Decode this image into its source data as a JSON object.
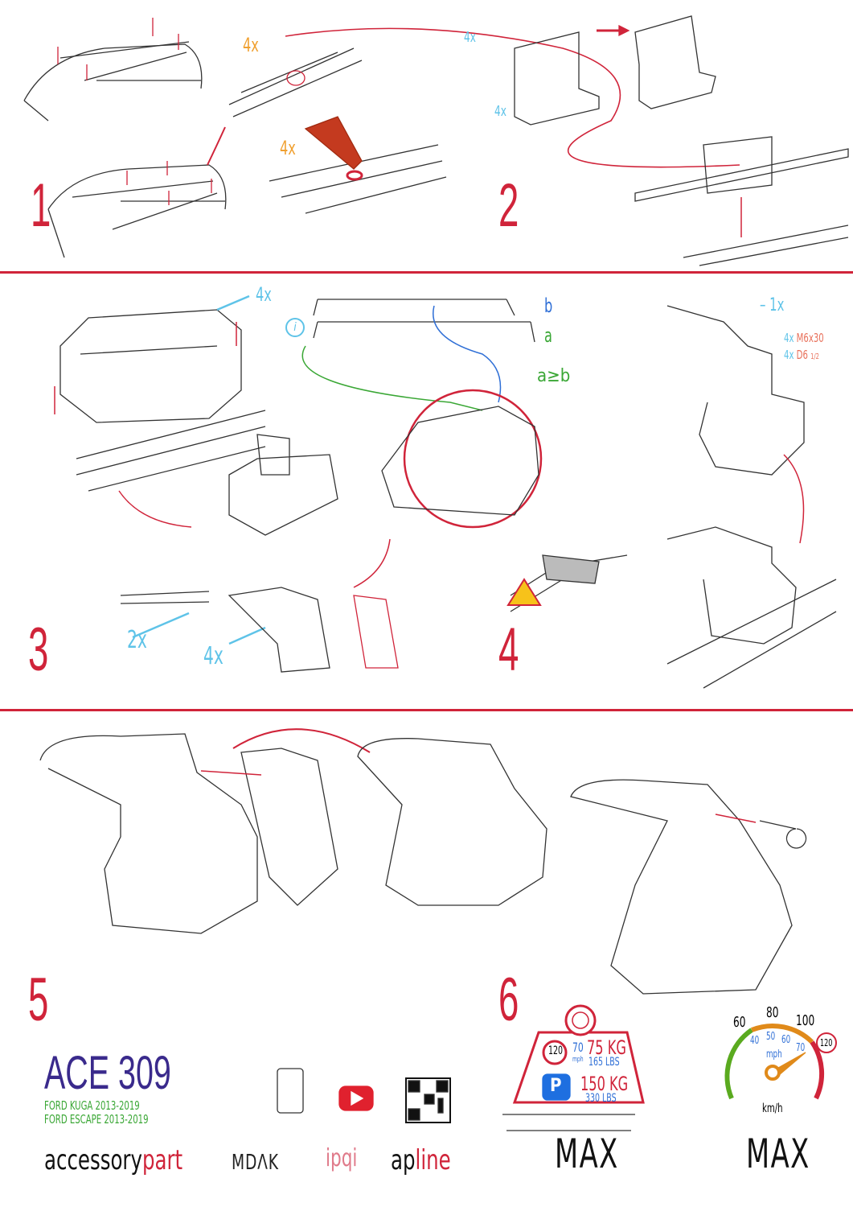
{
  "steps": {
    "s1": "1",
    "s2": "2",
    "s3": "3",
    "s4": "4",
    "s5": "5",
    "s6": "6"
  },
  "step2": {
    "bolt_qty": "4x",
    "glue_qty": "4x",
    "clip_qty": "4x",
    "plate_qty": "4x"
  },
  "step3": {
    "box_qty": "4x",
    "cap_qty": "2x",
    "cover_qty": "4x",
    "label_b": "b",
    "label_a": "a",
    "rule": "a≥b",
    "info_icon": "i"
  },
  "step4": {
    "key_qty": "1x",
    "bolt_qty": "4x",
    "bolt_spec": "M6x30",
    "washer_qty": "4x",
    "washer_spec": "D6",
    "washer_fraction": "1/2"
  },
  "load": {
    "speed_limit": "120",
    "speed_mph": "70",
    "mph_unit": "mph",
    "driving_kg": "75 KG",
    "driving_lbs": "165 LBS",
    "parking_symbol": "P",
    "parking_kg": "150 KG",
    "parking_lbs": "330 LBS",
    "max_label": "MAX"
  },
  "speedometer": {
    "kmh_ticks": [
      "60",
      "80",
      "100"
    ],
    "mph_ticks": [
      "40",
      "50",
      "60",
      "70"
    ],
    "mph_unit": "mph",
    "kmh_unit": "km/h",
    "limit": "120",
    "max_label": "MAX"
  },
  "product": {
    "code": "ACE 309",
    "models": [
      "FORD KUGA 2013-2019",
      "FORD ESCAPE 2013-2019"
    ]
  },
  "brands": {
    "accessory": "accessory",
    "part": "part",
    "mdak": "MDΛK",
    "ipqi": "ipqi",
    "ap": "ap",
    "line": "line"
  },
  "colors": {
    "accent": "#d0243a",
    "cyan": "#5ec3e8",
    "orange": "#f0a030",
    "green": "#3aa735",
    "blue": "#2f6fd6"
  }
}
